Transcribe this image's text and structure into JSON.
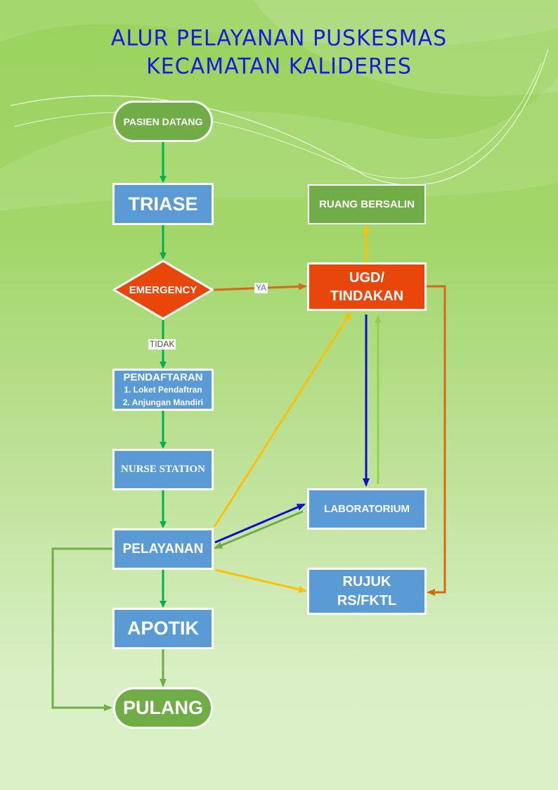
{
  "title": {
    "line1": "ALUR PELAYANAN PUSKESMAS",
    "line2": "KECAMATAN KALIDERES"
  },
  "nodes": {
    "pasien_datang": "PASIEN DATANG",
    "triase": "TRIASE",
    "emergency": "EMERGENCY",
    "pendaftaran": {
      "title": "PENDAFTARAN",
      "items": [
        "1. Loket Pendaftran",
        "2. Anjungan Mandiri"
      ]
    },
    "nurse_station": "NURSE STATION",
    "pelayanan": "PELAYANAN",
    "apotik": "APOTIK",
    "pulang": "PULANG",
    "ruang_bersalin": "RUANG BERSALIN",
    "ugd": {
      "line1": "UGD/",
      "line2": "TINDAKAN"
    },
    "laboratorium": "LABORATORIUM",
    "rujuk": {
      "line1": "RUJUK",
      "line2": "RS/FKTL"
    }
  },
  "edge_labels": {
    "ya": "YA",
    "tidak": "TIDAK"
  },
  "colors": {
    "title": "#1a1adf",
    "node_blue": "#5b9bd5",
    "node_green": "#70ad47",
    "node_red": "#e8460a",
    "arrow_main": "#00b050",
    "arrow_orange": "#d46a15",
    "arrow_yellow": "#ffc000",
    "arrow_blue": "#0d0dd1",
    "arrow_lightgreen": "#92d050",
    "arrow_olive": "#70ad47"
  },
  "edges": [
    {
      "from": "pasien_datang",
      "to": "triase"
    },
    {
      "from": "triase",
      "to": "emergency"
    },
    {
      "from": "emergency",
      "to": "ugd",
      "label": "YA"
    },
    {
      "from": "emergency",
      "to": "pendaftaran",
      "label": "TIDAK"
    },
    {
      "from": "pendaftaran",
      "to": "nurse_station"
    },
    {
      "from": "nurse_station",
      "to": "pelayanan"
    },
    {
      "from": "pelayanan",
      "to": "apotik"
    },
    {
      "from": "apotik",
      "to": "pulang"
    },
    {
      "from": "pelayanan",
      "to": "pulang"
    },
    {
      "from": "pelayanan",
      "to": "ugd"
    },
    {
      "from": "pelayanan",
      "to": "laboratorium"
    },
    {
      "from": "laboratorium",
      "to": "pelayanan"
    },
    {
      "from": "pelayanan",
      "to": "rujuk"
    },
    {
      "from": "ugd",
      "to": "ruang_bersalin"
    },
    {
      "from": "ugd",
      "to": "laboratorium"
    },
    {
      "from": "laboratorium",
      "to": "ugd"
    },
    {
      "from": "ugd",
      "to": "rujuk"
    }
  ]
}
